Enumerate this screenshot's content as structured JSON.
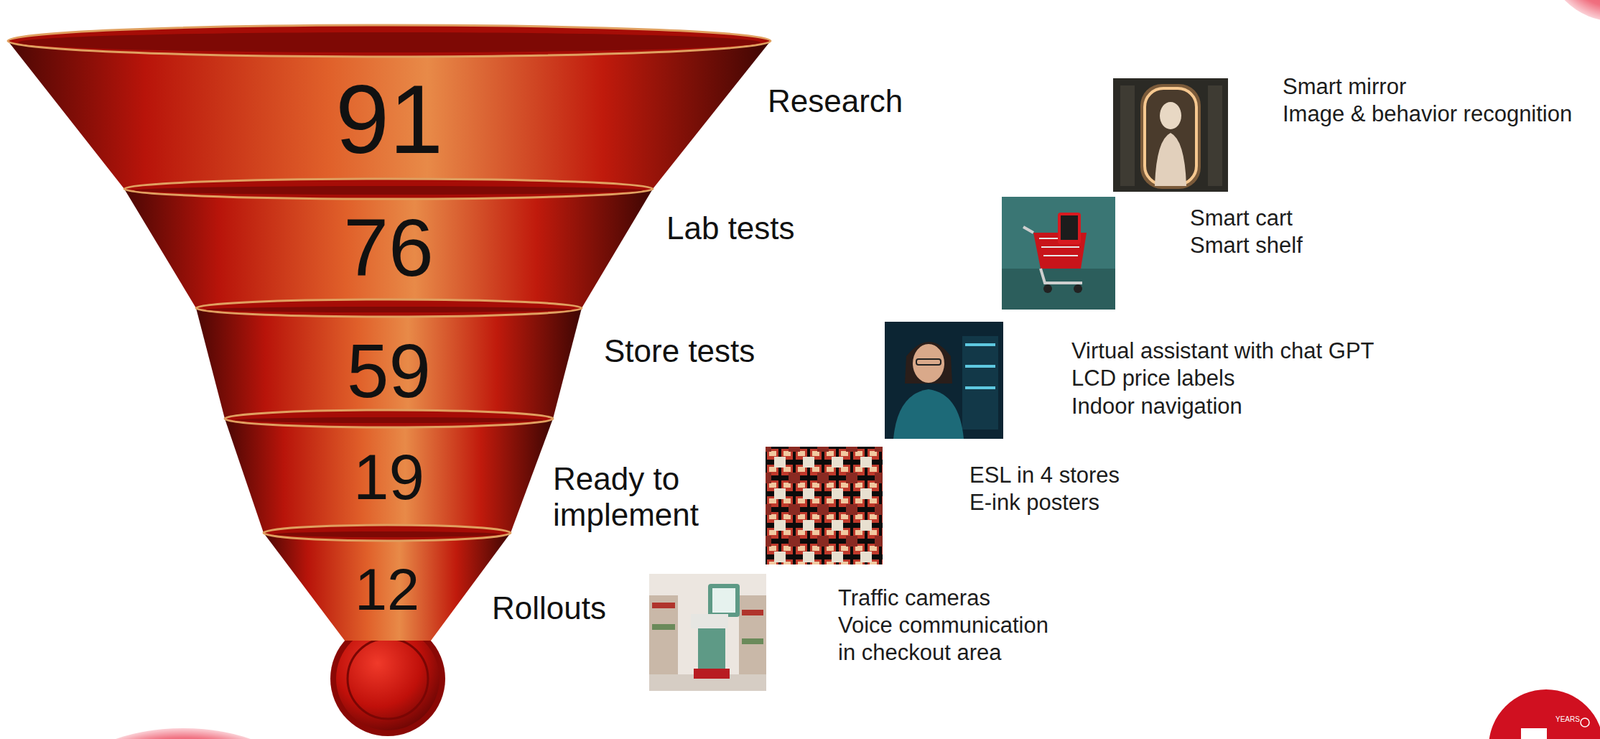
{
  "diagram": {
    "nodes": [
      {
        "text": [
          "91",
          "Research"
        ]
      },
      {
        "text": [
          "76",
          "Lab tests"
        ]
      },
      {
        "text": [
          "59",
          "Store tests"
        ]
      },
      {
        "text": [
          "19",
          "Ready to implement"
        ]
      },
      {
        "text": [
          "12",
          "Rollouts"
        ]
      }
    ],
    "labels": [
      "Smart mirror",
      "Image & behavior recognition",
      "Smart cart",
      "Smart shelf",
      "Virtual assistant with chat GPT",
      "LCD price labels",
      "Indoor navigation",
      "ESL in 4 stores",
      "E-ink posters",
      "Traffic cameras",
      "Voice communication in checkout area",
      "YEARS"
    ]
  }
}
